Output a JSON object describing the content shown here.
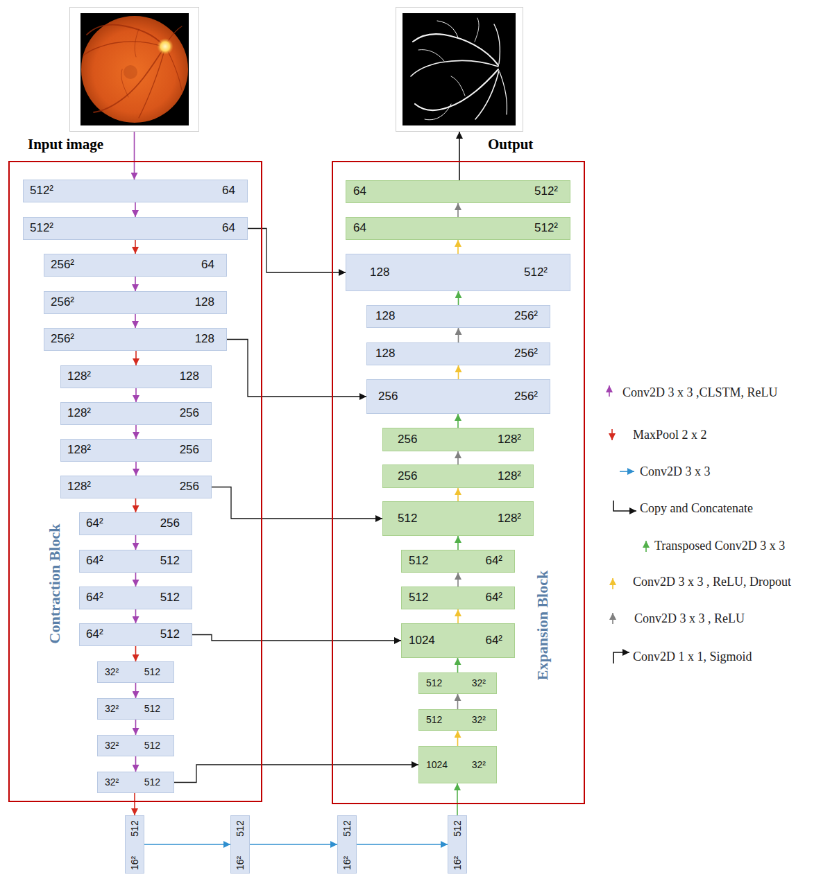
{
  "diagram": {
    "nodes": [
      {
        "text": [
          "Input image"
        ]
      },
      {
        "text": [
          "Output"
        ]
      },
      {
        "text": [
          "Contraction Block"
        ]
      },
      {
        "text": [
          "512²",
          "64"
        ],
        "in": 2
      },
      {
        "text": [
          "512²",
          "64"
        ],
        "in": 2
      },
      {
        "text": [
          "256²",
          "64"
        ],
        "in": 2
      },
      {
        "text": [
          "256²",
          "128"
        ],
        "in": 2
      },
      {
        "text": [
          "256²",
          "128"
        ],
        "in": 2
      },
      {
        "text": [
          "128²",
          "128"
        ],
        "in": 2
      },
      {
        "text": [
          "128²",
          "256"
        ],
        "in": 2
      },
      {
        "text": [
          "128²",
          "256"
        ],
        "in": 2
      },
      {
        "text": [
          "128²",
          "256"
        ],
        "in": 2
      },
      {
        "text": [
          "64²",
          "256"
        ],
        "in": 2
      },
      {
        "text": [
          "64²",
          "512"
        ],
        "in": 2
      },
      {
        "text": [
          "64²",
          "512"
        ],
        "in": 2
      },
      {
        "text": [
          "64²",
          "512"
        ],
        "in": 2
      },
      {
        "text": [
          "32²",
          "512"
        ],
        "in": 2
      },
      {
        "text": [
          "32²",
          "512"
        ],
        "in": 2
      },
      {
        "text": [
          "32²",
          "512"
        ],
        "in": 2
      },
      {
        "text": [
          "32²",
          "512"
        ],
        "in": 2
      },
      {
        "text": [
          "Expansion Block"
        ]
      },
      {
        "text": [
          "64",
          "512²"
        ],
        "in": 20
      },
      {
        "text": [
          "64",
          "512²"
        ],
        "in": 20
      },
      {
        "text": [
          "128",
          "512²"
        ],
        "in": 20
      },
      {
        "text": [
          "128",
          "256²"
        ],
        "in": 20
      },
      {
        "text": [
          "128",
          "256²"
        ],
        "in": 20
      },
      {
        "text": [
          "256",
          "256²"
        ],
        "in": 20
      },
      {
        "text": [
          "256",
          "128²"
        ],
        "in": 20
      },
      {
        "text": [
          "256",
          "128²"
        ],
        "in": 20
      },
      {
        "text": [
          "512",
          "128²"
        ],
        "in": 20
      },
      {
        "text": [
          "512",
          "64²"
        ],
        "in": 20
      },
      {
        "text": [
          "512",
          "64²"
        ],
        "in": 20
      },
      {
        "text": [
          "1024",
          "64²"
        ],
        "in": 20
      },
      {
        "text": [
          "512",
          "32²"
        ],
        "in": 20
      },
      {
        "text": [
          "512",
          "32²"
        ],
        "in": 20
      },
      {
        "text": [
          "1024",
          "32²"
        ],
        "in": 20
      },
      {
        "text": [
          "512",
          "16²"
        ]
      },
      {
        "text": [
          "512",
          "16²"
        ]
      },
      {
        "text": [
          "512",
          "16²"
        ]
      },
      {
        "text": [
          "512",
          "16²"
        ]
      }
    ],
    "edges": [
      {
        "from": 0,
        "to": 3,
        "arrow": "to"
      },
      {
        "from": 3,
        "to": 4,
        "arrow": "to"
      },
      {
        "from": 4,
        "to": 5,
        "arrow": "to"
      },
      {
        "from": 5,
        "to": 6,
        "arrow": "to"
      },
      {
        "from": 6,
        "to": 7,
        "arrow": "to"
      },
      {
        "from": 7,
        "to": 8,
        "arrow": "to"
      },
      {
        "from": 8,
        "to": 9,
        "arrow": "to"
      },
      {
        "from": 9,
        "to": 10,
        "arrow": "to"
      },
      {
        "from": 10,
        "to": 11,
        "arrow": "to"
      },
      {
        "from": 11,
        "to": 12,
        "arrow": "to"
      },
      {
        "from": 12,
        "to": 13,
        "arrow": "to"
      },
      {
        "from": 13,
        "to": 14,
        "arrow": "to"
      },
      {
        "from": 14,
        "to": 15,
        "arrow": "to"
      },
      {
        "from": 15,
        "to": 16,
        "arrow": "to"
      },
      {
        "from": 16,
        "to": 17,
        "arrow": "to"
      },
      {
        "from": 17,
        "to": 18,
        "arrow": "to"
      },
      {
        "from": 18,
        "to": 19,
        "arrow": "to"
      },
      {
        "from": 19,
        "to": 36,
        "arrow": "to"
      },
      {
        "from": 36,
        "to": 37,
        "arrow": "to"
      },
      {
        "from": 37,
        "to": 38,
        "arrow": "to"
      },
      {
        "from": 38,
        "to": 39,
        "arrow": "to"
      },
      {
        "from": 39,
        "to": 35,
        "arrow": "to"
      },
      {
        "from": 35,
        "to": 34,
        "arrow": "to"
      },
      {
        "from": 34,
        "to": 33,
        "arrow": "to"
      },
      {
        "from": 33,
        "to": 32,
        "arrow": "to"
      },
      {
        "from": 32,
        "to": 31,
        "arrow": "to"
      },
      {
        "from": 31,
        "to": 30,
        "arrow": "to"
      },
      {
        "from": 30,
        "to": 29,
        "arrow": "to"
      },
      {
        "from": 29,
        "to": 28,
        "arrow": "to"
      },
      {
        "from": 28,
        "to": 27,
        "arrow": "to"
      },
      {
        "from": 27,
        "to": 26,
        "arrow": "to"
      },
      {
        "from": 26,
        "to": 25,
        "arrow": "to"
      },
      {
        "from": 25,
        "to": 24,
        "arrow": "to"
      },
      {
        "from": 24,
        "to": 23,
        "arrow": "to"
      },
      {
        "from": 23,
        "to": 22,
        "arrow": "to"
      },
      {
        "from": 22,
        "to": 21,
        "arrow": "to"
      },
      {
        "from": 21,
        "to": 1,
        "arrow": "to"
      },
      {
        "from": 4,
        "to": 23,
        "arrow": "to"
      },
      {
        "from": 7,
        "to": 26,
        "arrow": "to"
      },
      {
        "from": 11,
        "to": 29,
        "arrow": "to"
      },
      {
        "from": 15,
        "to": 32,
        "arrow": "to"
      },
      {
        "from": 19,
        "to": 35,
        "arrow": "to"
      }
    ],
    "legend": [
      {
        "text": "Conv2D 3 x 3 ,CLSTM, ReLU"
      },
      {
        "text": "MaxPool 2 x 2"
      },
      {
        "text": "Conv2D 3 x 3"
      },
      {
        "text": "Copy and Concatenate"
      },
      {
        "text": "Transposed Conv2D 3 x 3"
      },
      {
        "text": "Conv2D 3 x 3 , ReLU, Dropout"
      },
      {
        "text": "Conv2D 3 x 3 , ReLU"
      },
      {
        "text": "Conv2D 1 x 1, Sigmoid"
      }
    ]
  }
}
